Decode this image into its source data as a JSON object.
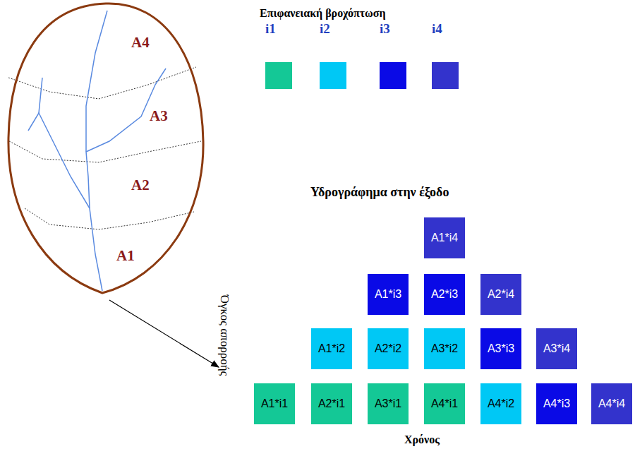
{
  "diagram": {
    "nodes": [
      {
        "text": [
          "A1*i4"
        ]
      },
      {
        "text": [
          "A1*i3"
        ]
      },
      {
        "text": [
          "A2*i3"
        ]
      },
      {
        "text": [
          "A2*i4"
        ]
      },
      {
        "text": [
          "A1*i2"
        ]
      },
      {
        "text": [
          "A2*i2"
        ]
      },
      {
        "text": [
          "A3*i2"
        ]
      },
      {
        "text": [
          "A3*i3"
        ]
      },
      {
        "text": [
          "A3*i4"
        ]
      },
      {
        "text": [
          "A1*i1"
        ]
      },
      {
        "text": [
          "A2*i1"
        ]
      },
      {
        "text": [
          "A3*i1"
        ]
      },
      {
        "text": [
          "A4*i1"
        ]
      },
      {
        "text": [
          "A4*i2"
        ]
      },
      {
        "text": [
          "A4*i3"
        ]
      },
      {
        "text": [
          "A4*i4"
        ]
      }
    ],
    "labels": [
      "Επιφανειακή βροχόπτωση",
      "Υδρογράφημα στην έξοδο",
      "A4",
      "A3",
      "A2",
      "A1",
      "Όγκος απορροής",
      "Χρόνος"
    ],
    "legend": [
      {
        "text": "i1",
        "color": "#14c896"
      },
      {
        "text": "i2",
        "color": "#00c8f5"
      },
      {
        "text": "i3",
        "color": "#0a0ae6"
      },
      {
        "text": "i4",
        "color": "#3333cc"
      }
    ]
  }
}
